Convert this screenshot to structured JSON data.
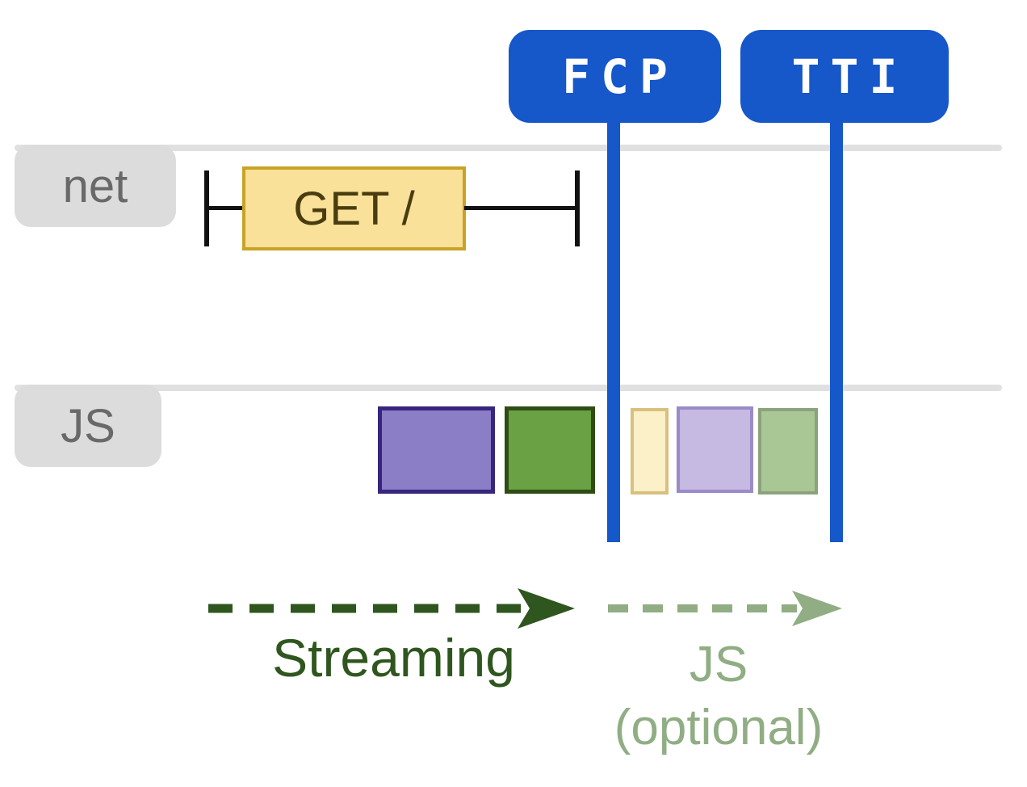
{
  "markers": {
    "fcp": {
      "label": "FCP",
      "color": "#1657C9"
    },
    "tti": {
      "label": "TTI",
      "color": "#1657C9"
    }
  },
  "lanes": {
    "net": {
      "label": "net"
    },
    "js": {
      "label": "JS"
    }
  },
  "request": {
    "label": "GET /",
    "fill": "#FAE199",
    "border": "#C9A227",
    "text_color": "#493D10"
  },
  "js_tasks": [
    {
      "name": "purple-task",
      "phase": "before FCP",
      "fill": "#8C7EC6",
      "border": "#37257E"
    },
    {
      "name": "green-task",
      "phase": "before FCP",
      "fill": "#6AA144",
      "border": "#2E4D13"
    },
    {
      "name": "pale-yellow-task",
      "phase": "after FCP, optional",
      "fill": "#FCF0C9",
      "border": "#D9C07C"
    },
    {
      "name": "pale-purple-task",
      "phase": "after FCP, optional",
      "fill": "#C6B9E2",
      "border": "#9A8BC8"
    },
    {
      "name": "pale-green-task",
      "phase": "after FCP, optional",
      "fill": "#A9C795",
      "border": "#8BA37C"
    }
  ],
  "annotations": {
    "streaming": {
      "label": "Streaming",
      "color": "#2F561E"
    },
    "js_optional": {
      "line1": "JS",
      "line2": "(optional)",
      "color": "#90AD84"
    }
  },
  "colors": {
    "lane_line": "#E0E0E0",
    "lane_tab": "#DCDCDC",
    "lane_tab_text": "#696969",
    "marker_blue": "#1657C9",
    "whisker_black": "#111111"
  }
}
